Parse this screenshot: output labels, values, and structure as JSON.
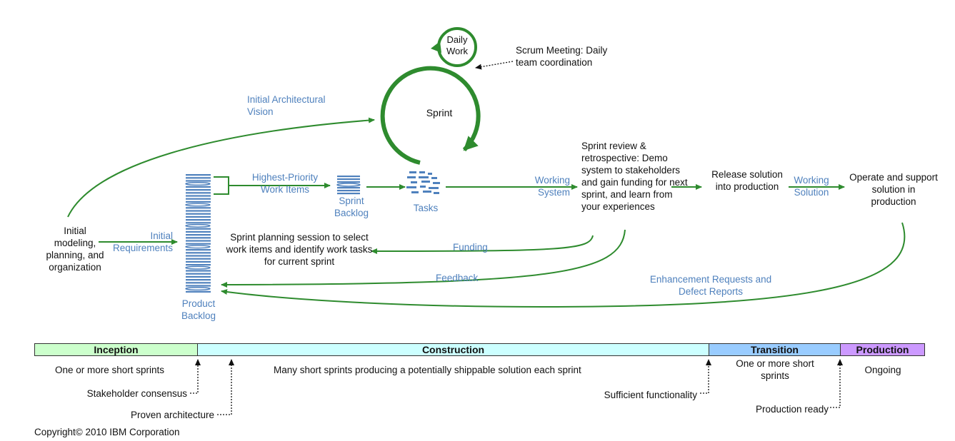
{
  "colors": {
    "arrow_green": "#2e8b2e",
    "label_blue": "#4f81bd",
    "backlog_blue": "#4f81bd",
    "inception": "#ccffcc",
    "construction": "#ccffff",
    "transition": "#99ccff",
    "production": "#cc99ff"
  },
  "icons": {
    "product_backlog": "stacked-list-icon",
    "sprint_backlog": "stacked-list-icon",
    "tasks": "scattered-tasks-icon"
  },
  "top": {
    "daily_work": "Daily Work",
    "scrum_meeting": "Scrum Meeting: Daily team coordination",
    "sprint": "Sprint",
    "initial_architectural_vision": "Initial Architectural Vision",
    "highest_priority_work_items": "Highest-Priority Work Items",
    "sprint_backlog": "Sprint Backlog",
    "tasks": "Tasks",
    "working_system": "Working System",
    "sprint_review": "Sprint review & retrospective: Demo system to stakeholders and gain funding for next sprint, and learn from your experiences",
    "release_solution": "Release solution into production",
    "working_solution": "Working Solution",
    "operate_support": "Operate and support solution in production",
    "initial_modeling": "Initial modeling, planning, and organization",
    "initial_requirements": "Initial Requirements",
    "sprint_planning": "Sprint planning session to select work items and identify work tasks for current sprint",
    "funding": "Funding",
    "feedback": "Feedback",
    "enhancement_requests": "Enhancement Requests and Defect Reports",
    "product_backlog": "Product Backlog"
  },
  "phases": [
    {
      "label": "Inception"
    },
    {
      "label": "Construction"
    },
    {
      "label": "Transition"
    },
    {
      "label": "Production"
    }
  ],
  "bottom": {
    "inception_desc": "One or more short sprints",
    "construction_desc": "Many short sprints producing a potentially shippable solution each sprint",
    "transition_desc": "One or more short sprints",
    "production_desc": "Ongoing",
    "stakeholder_consensus": "Stakeholder consensus",
    "proven_architecture": "Proven architecture",
    "sufficient_functionality": "Sufficient functionality",
    "production_ready": "Production ready",
    "copyright": "Copyright© 2010 IBM Corporation"
  }
}
